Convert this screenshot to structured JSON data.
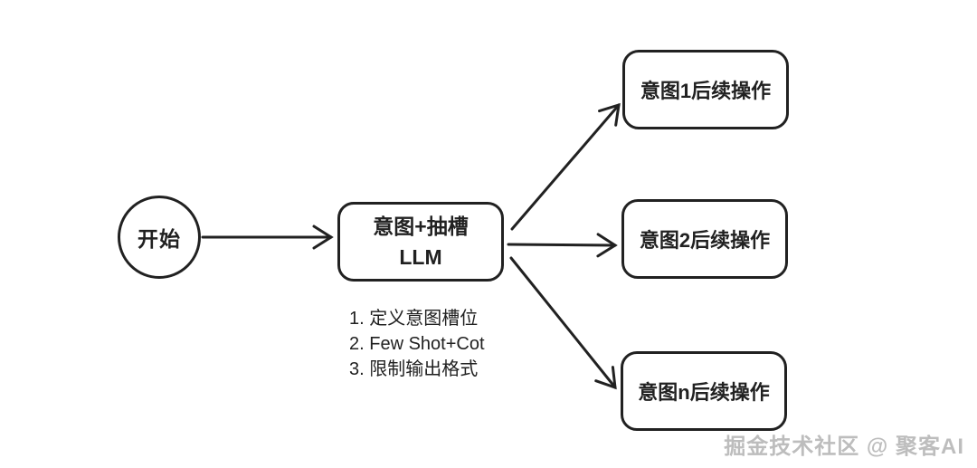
{
  "canvas": {
    "background": "#ffffff",
    "ink_color": "#212121"
  },
  "nodes": {
    "start": {
      "label": "开始"
    },
    "llm": {
      "line1": "意图+抽槽",
      "line2": "LLM"
    },
    "intents": [
      {
        "label": "意图1后续操作"
      },
      {
        "label": "意图2后续操作"
      },
      {
        "label": "意图n后续操作"
      }
    ]
  },
  "notes": {
    "items": [
      "1. 定义意图槽位",
      "2. Few Shot+Cot",
      "3. 限制输出格式"
    ]
  },
  "watermark": {
    "text": "掘金技术社区 @ 聚客AI",
    "color": "#bdbdbd"
  }
}
